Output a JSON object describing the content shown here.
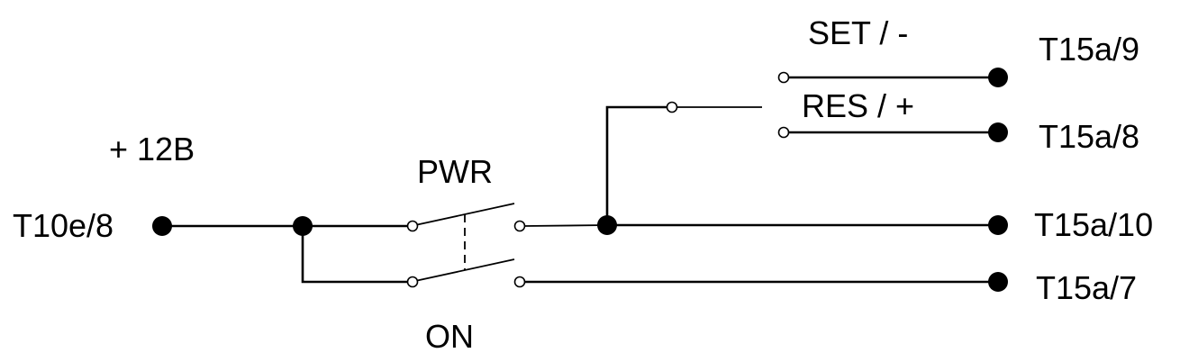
{
  "labels": {
    "supply": "+ 12B",
    "input_terminal": "T10e/8",
    "switch_pwr": "PWR",
    "switch_on": "ON",
    "set": "SET / -",
    "res": "RES / +"
  },
  "outputs": [
    "T15a/9",
    "T15a/8",
    "T15a/10",
    "T15a/7"
  ],
  "colors": {
    "line": "#000000",
    "background": "#ffffff"
  }
}
